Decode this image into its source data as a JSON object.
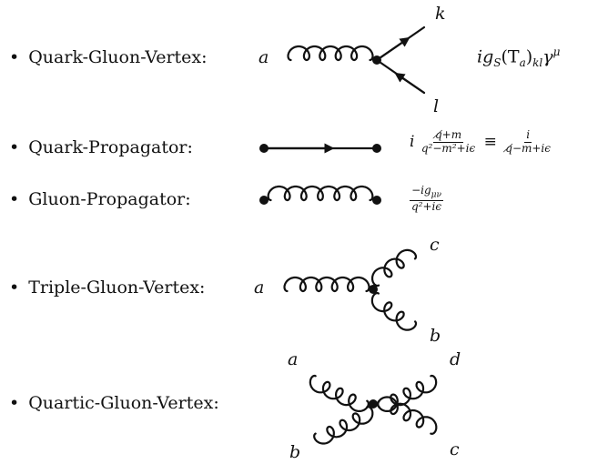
{
  "rows": [
    {
      "bullet": "•",
      "label": "Quark-Gluon-Vertex:"
    },
    {
      "bullet": "•",
      "label": "Quark-Propagator:"
    },
    {
      "bullet": "•",
      "label": "Gluon-Propagator:"
    },
    {
      "bullet": "•",
      "label": "Triple-Gluon-Vertex:"
    },
    {
      "bullet": "•",
      "label": "Quartic-Gluon-Vertex:"
    }
  ],
  "indices": {
    "qgv_a": "a",
    "qgv_k": "k",
    "qgv_l": "l",
    "tgv_a": "a",
    "tgv_b": "b",
    "tgv_c": "c",
    "qgv4_a": "a",
    "qgv4_b": "b",
    "qgv4_c": "c",
    "qgv4_d": "d"
  },
  "formulas": {
    "qgv_prefix": "ig",
    "qgv_sub": "S",
    "qgv_paren": "(T",
    "qgv_paren_sub": "a",
    "qgv_close": ")",
    "qgv_kl": "kl",
    "qgv_gamma": "γ",
    "qgv_mu": "μ",
    "qp_i": "i",
    "qp_num": "q̸+m",
    "qp_den": "q²−m²+iϵ",
    "qp_equiv": "≡",
    "qp_num2": "i",
    "qp_den2": "q̸−m+iϵ",
    "gp_num": "−ig",
    "gp_num_sub": "μν",
    "gp_den": "q²+iϵ"
  }
}
